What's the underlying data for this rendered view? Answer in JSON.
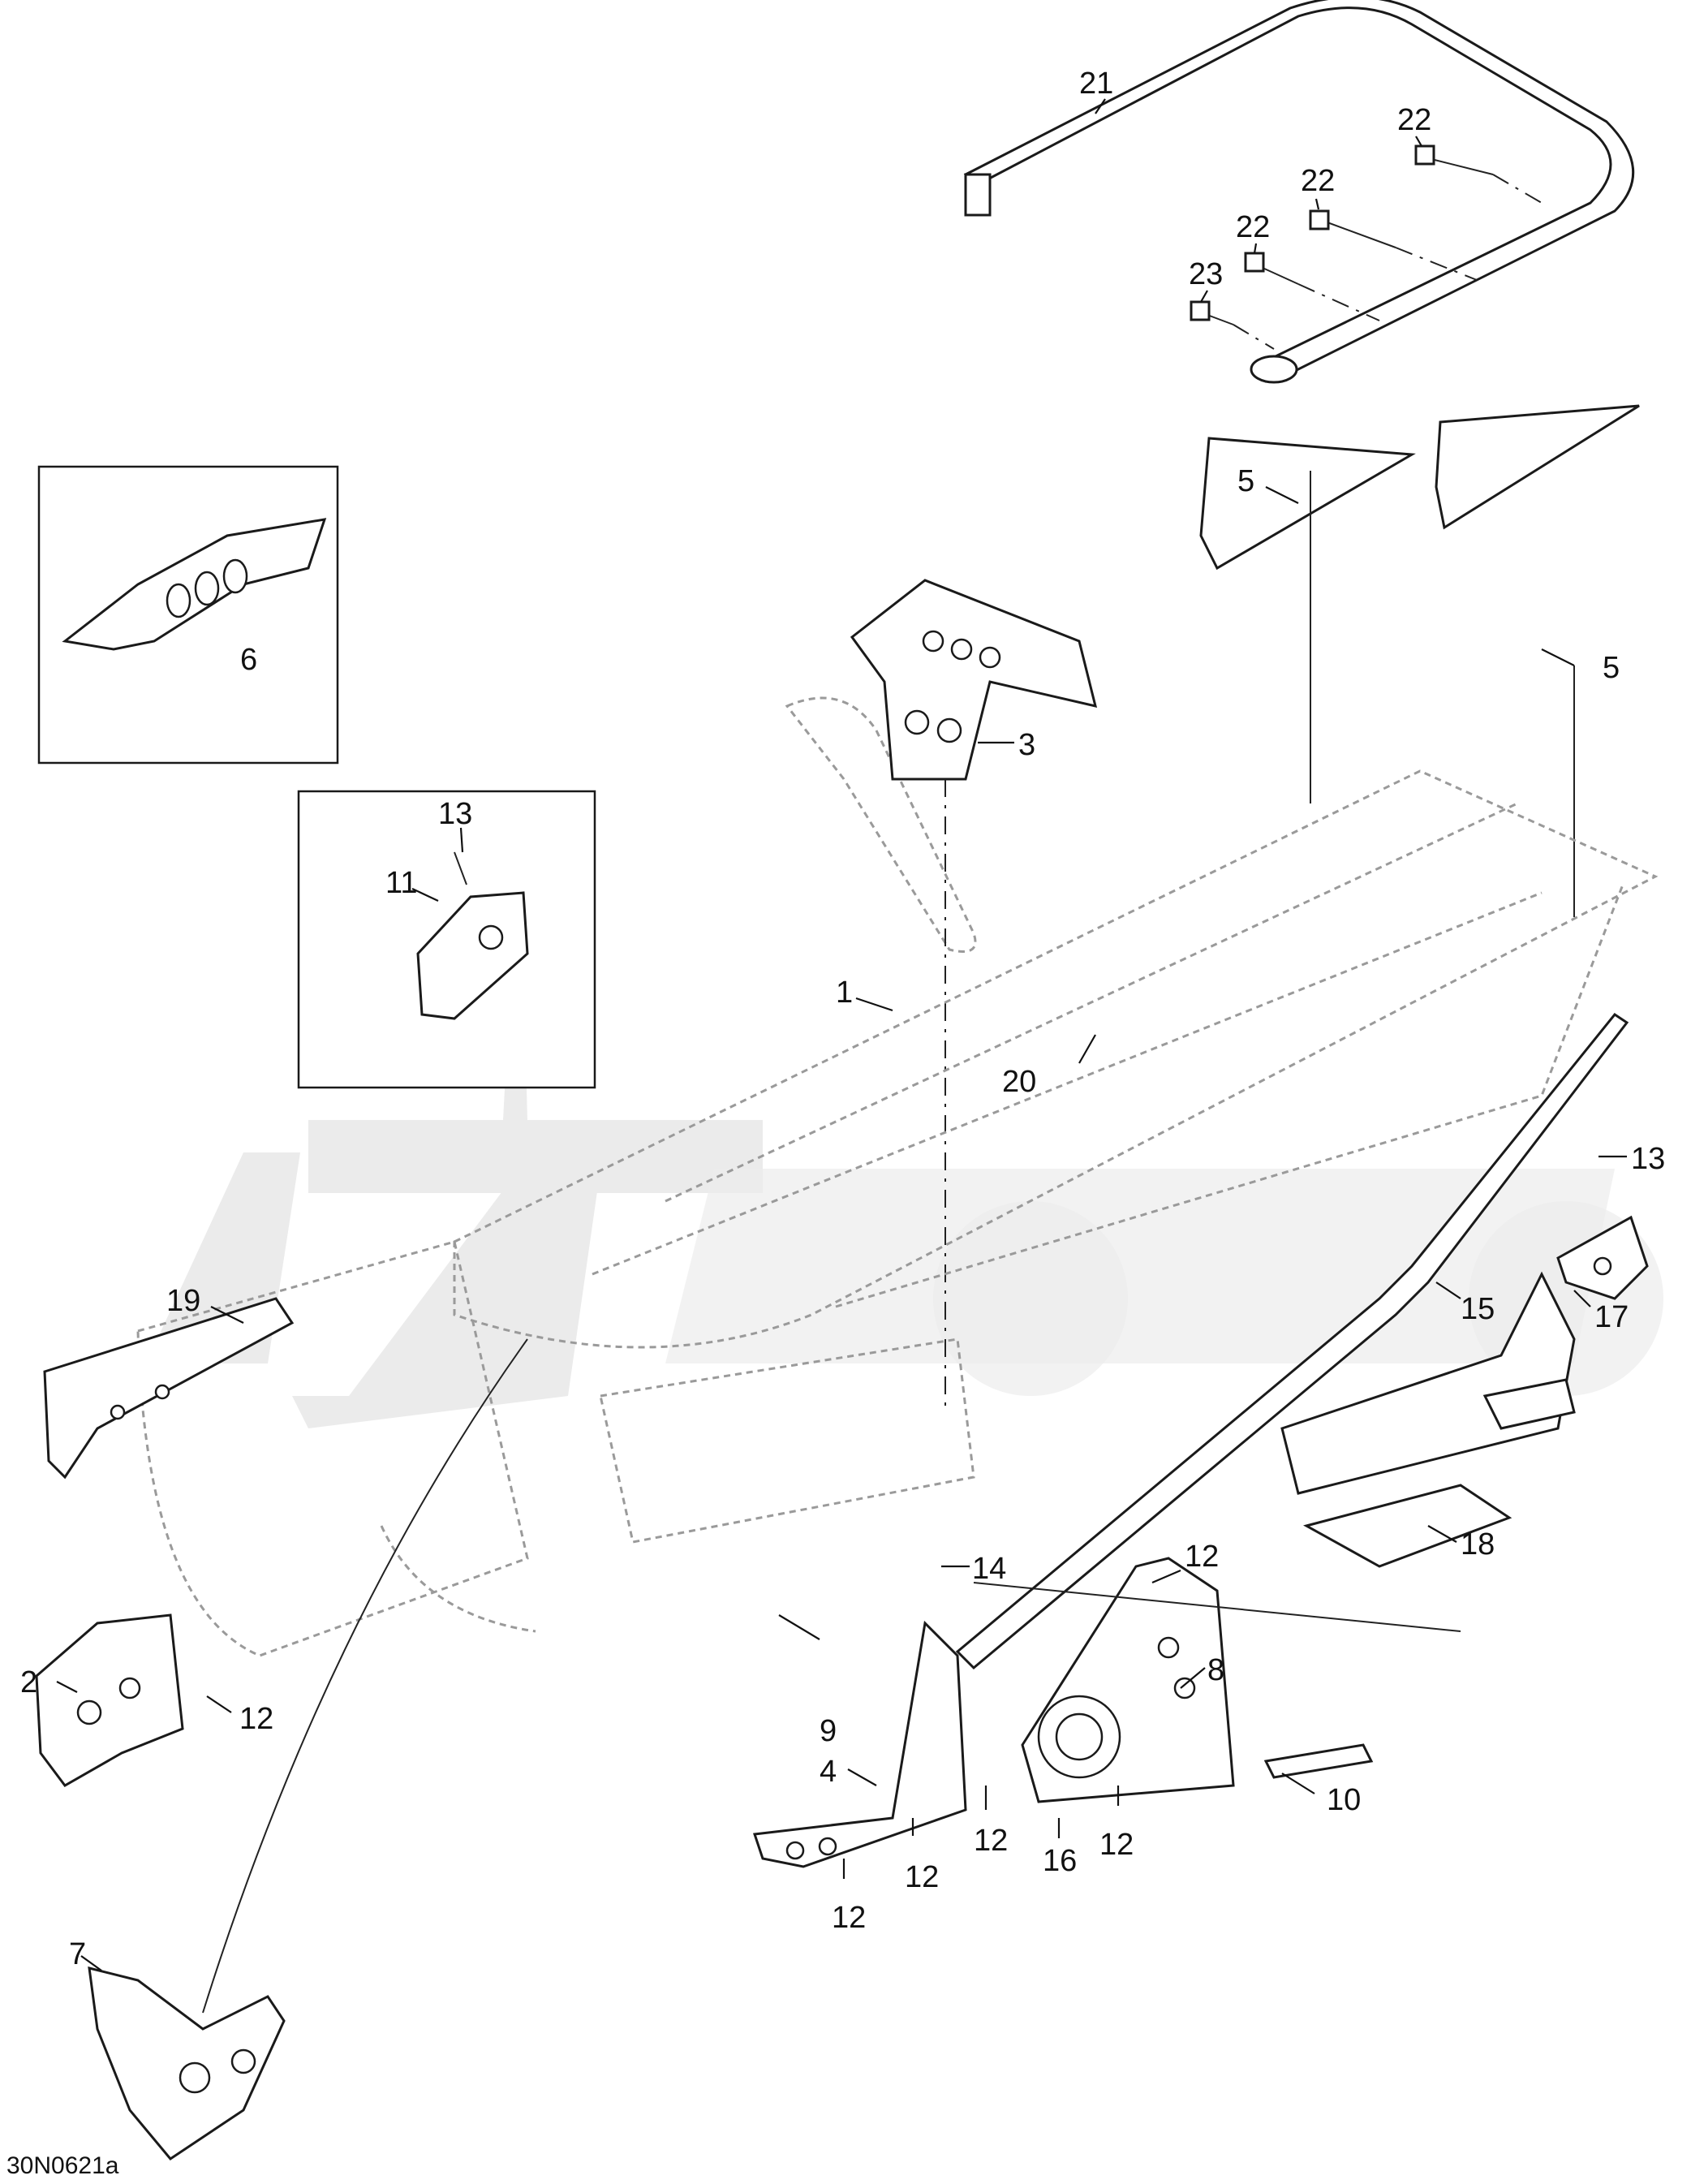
{
  "diagram_ref": "30N0621a",
  "watermark": "ArtiParts",
  "callouts": [
    {
      "id": "c21",
      "text": "21"
    },
    {
      "id": "c22a",
      "text": "22"
    },
    {
      "id": "c22b",
      "text": "22"
    },
    {
      "id": "c22c",
      "text": "22"
    },
    {
      "id": "c23",
      "text": "23"
    },
    {
      "id": "c5a",
      "text": "5"
    },
    {
      "id": "c5b",
      "text": "5"
    },
    {
      "id": "c6",
      "text": "6"
    },
    {
      "id": "c3",
      "text": "3"
    },
    {
      "id": "c13a",
      "text": "13"
    },
    {
      "id": "c11",
      "text": "11"
    },
    {
      "id": "c1",
      "text": "1"
    },
    {
      "id": "c20",
      "text": "20"
    },
    {
      "id": "c13b",
      "text": "13"
    },
    {
      "id": "c15",
      "text": "15"
    },
    {
      "id": "c17",
      "text": "17"
    },
    {
      "id": "c19",
      "text": "19"
    },
    {
      "id": "c18",
      "text": "18"
    },
    {
      "id": "c14",
      "text": "14"
    },
    {
      "id": "c12a",
      "text": "12"
    },
    {
      "id": "c8",
      "text": "8"
    },
    {
      "id": "c2",
      "text": "2"
    },
    {
      "id": "c12b",
      "text": "12"
    },
    {
      "id": "c9",
      "text": "9"
    },
    {
      "id": "c10",
      "text": "10"
    },
    {
      "id": "c4",
      "text": "4"
    },
    {
      "id": "c12c",
      "text": "12"
    },
    {
      "id": "c12d",
      "text": "12"
    },
    {
      "id": "c16",
      "text": "16"
    },
    {
      "id": "c12e",
      "text": "12"
    },
    {
      "id": "c12f",
      "text": "12"
    },
    {
      "id": "c7",
      "text": "7"
    }
  ]
}
